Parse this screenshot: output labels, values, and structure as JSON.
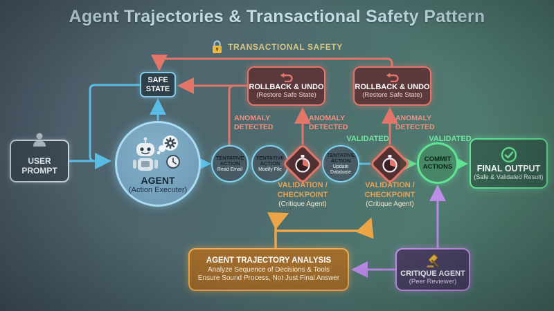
{
  "title": "Agent Trajectories & Transactional Safety Pattern",
  "banner": {
    "label": "TRANSACTIONAL SAFETY"
  },
  "nodes": {
    "user_prompt": {
      "label": "USER PROMPT"
    },
    "safe_state": {
      "label": "SAFE STATE"
    },
    "agent": {
      "title": "AGENT",
      "subtitle": "(Action Executer)"
    },
    "rollback": {
      "title": "ROLLBACK & UNDO",
      "subtitle": "(Restore Safe State)"
    },
    "action_read": {
      "title": "TENTATIVE ACTION",
      "subtitle": "Read Email"
    },
    "action_modify": {
      "title": "TENTATIVE ACTION",
      "subtitle": "Modify File"
    },
    "action_update": {
      "title": "TENTATIVE ACTION",
      "subtitle": "Update Database"
    },
    "commit": {
      "label": "COMMIT ACTIONS"
    },
    "final_output": {
      "title": "FINAL OUTPUT",
      "subtitle": "(Safe & Validated Result)"
    },
    "analysis": {
      "title": "AGENT TRAJECTORY ANALYSIS",
      "line1": "Analyze Sequence of Decisions & Tools",
      "line2": "Ensure Sound Process, Not Just Final Answer"
    },
    "critique": {
      "title": "CRITIQUE AGENT",
      "subtitle": "(Peer Reviewer)"
    }
  },
  "flow_labels": {
    "anomaly": {
      "line1": "ANOMALY",
      "line2": "DETECTED"
    },
    "validated": "VALIDATED",
    "checkpoint": {
      "line1": "VALIDATION /",
      "line2": "CHECKPOINT",
      "line3": "(Critique Agent)"
    }
  },
  "colors": {
    "red": "#e4756a",
    "blue": "#58bce4",
    "green": "#62e393",
    "orange": "#eda647",
    "purple": "#bb8ce8",
    "gold": "#e8b845"
  }
}
